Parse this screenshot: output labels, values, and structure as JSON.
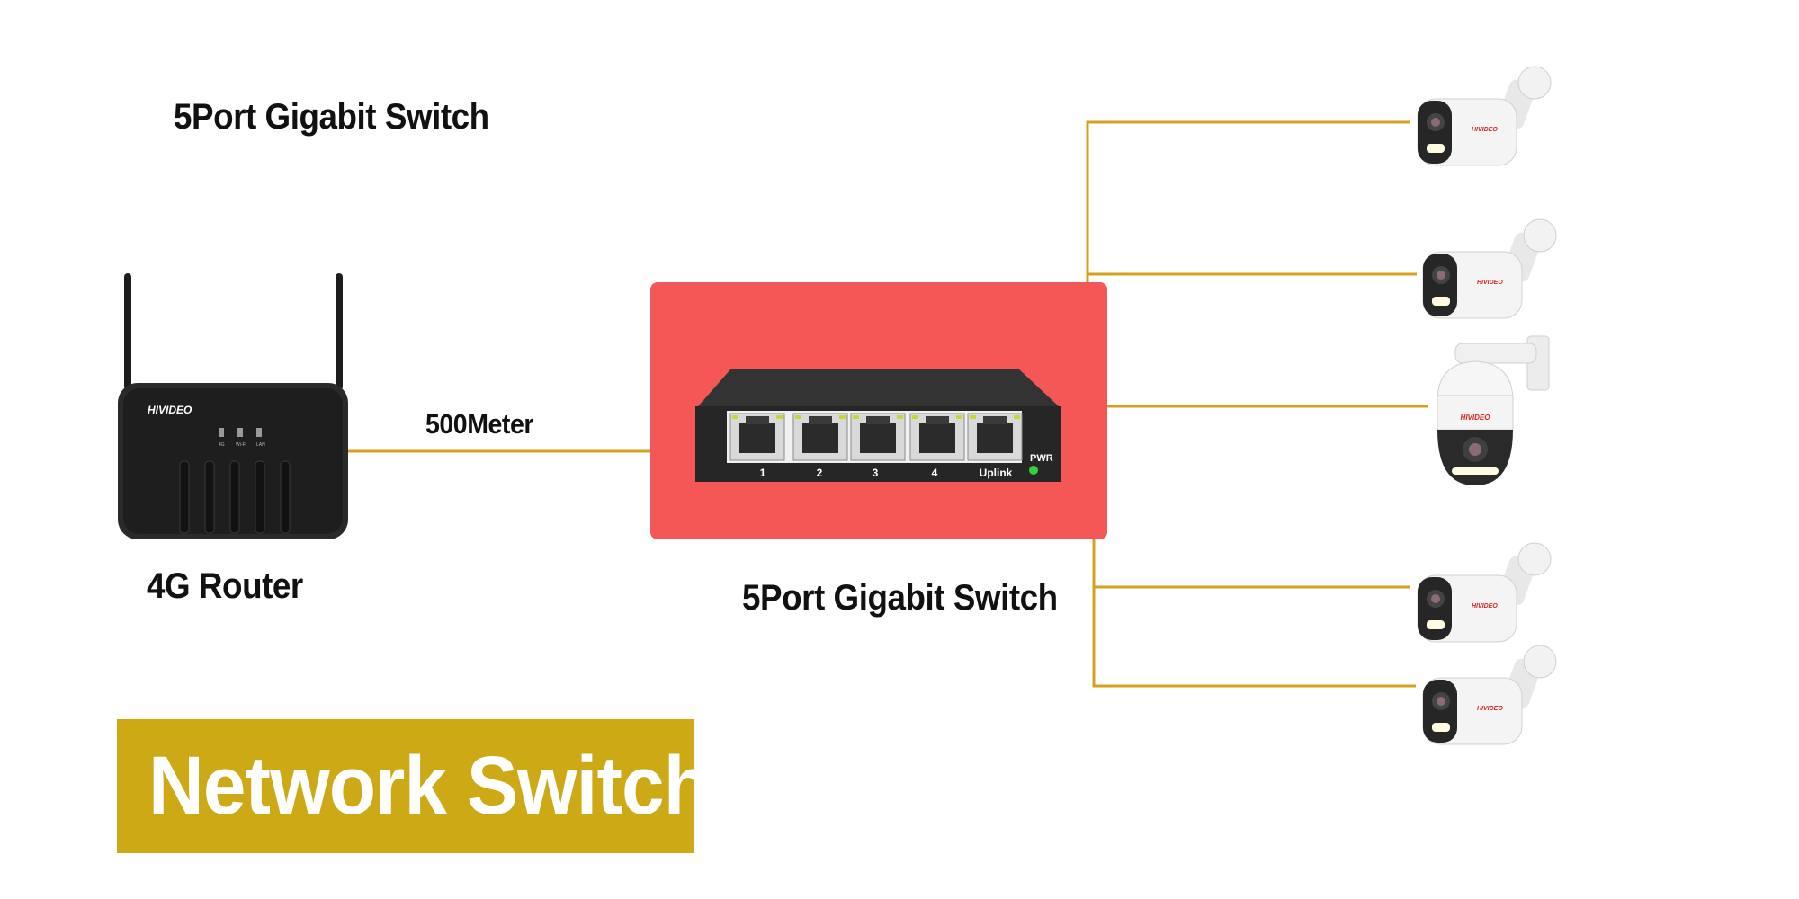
{
  "titles": {
    "top": "5Port Gigabit Switch",
    "router": "4G Router",
    "switch": "5Port Gigabit Switch",
    "distance": "500Meter",
    "banner": "Network Switch"
  },
  "router": {
    "brand": "HIVIDEO",
    "indicators": [
      "4G",
      "Wi-Fi",
      "LAN"
    ]
  },
  "switch": {
    "ports": [
      "1",
      "2",
      "3",
      "4",
      "Uplink"
    ],
    "power_label": "PWR"
  },
  "camera_brand": "HIVIDEO",
  "colors": {
    "wire": "#d4a11e",
    "switch_panel": "#f55656",
    "banner": "#cca915",
    "device_body": "#1f1f1f",
    "power_led": "#35d13a"
  }
}
